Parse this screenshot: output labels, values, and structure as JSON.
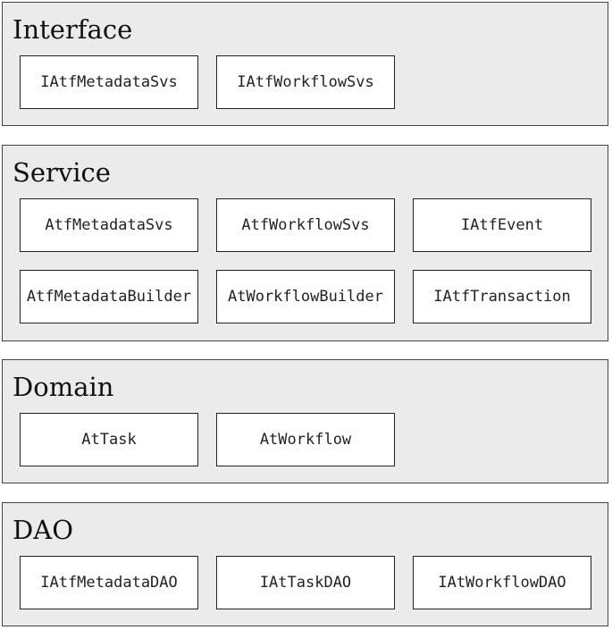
{
  "layers": {
    "interface": {
      "title": "Interface",
      "boxes": [
        "IAtfMetadataSvs",
        "IAtfWorkflowSvs"
      ]
    },
    "service": {
      "title": "Service",
      "boxes": [
        "AtfMetadataSvs",
        "AtfWorkflowSvs",
        "IAtfEvent",
        "AtfMetadataBuilder",
        "AtWorkflowBuilder",
        "IAtfTransaction"
      ]
    },
    "domain": {
      "title": "Domain",
      "boxes": [
        "AtTask",
        "AtWorkflow"
      ]
    },
    "dao": {
      "title": "DAO",
      "boxes": [
        "IAtfMetadataDAO",
        "IAtTaskDAO",
        "IAtWorkflowDAO"
      ]
    }
  }
}
